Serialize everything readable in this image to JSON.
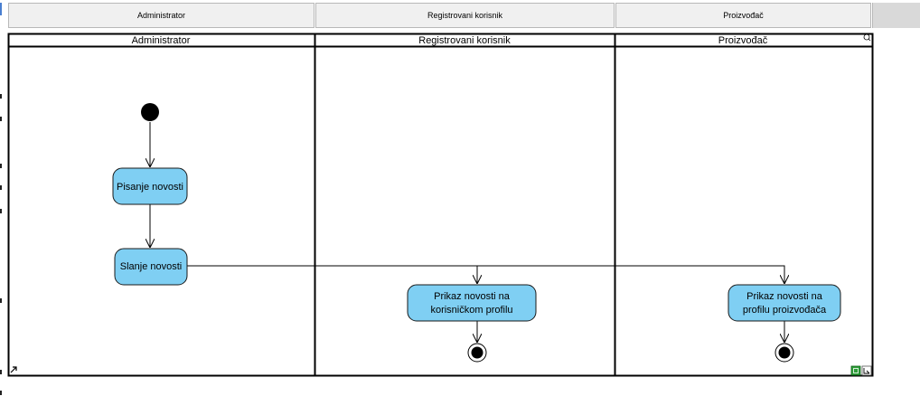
{
  "header_tabs": [
    "Administrator",
    "Registrovani korisnik",
    "Proizvođač"
  ],
  "lanes": [
    "Administrator",
    "Registrovani korisnik",
    "Proizvođač"
  ],
  "actions": {
    "pisanje": [
      "Pisanje novosti"
    ],
    "slanje": [
      "Slanje novosti"
    ],
    "prikaz_korisnik": [
      "Prikaz novosti na",
      "korisničkom profilu"
    ],
    "prikaz_proizvodjac": [
      "Prikaz novosti na",
      "profilu proizvođača"
    ]
  },
  "colors": {
    "action_fill": "#7fcff3",
    "action_stroke": "#1a1a1a",
    "header_fill": "#f0f0f0"
  }
}
